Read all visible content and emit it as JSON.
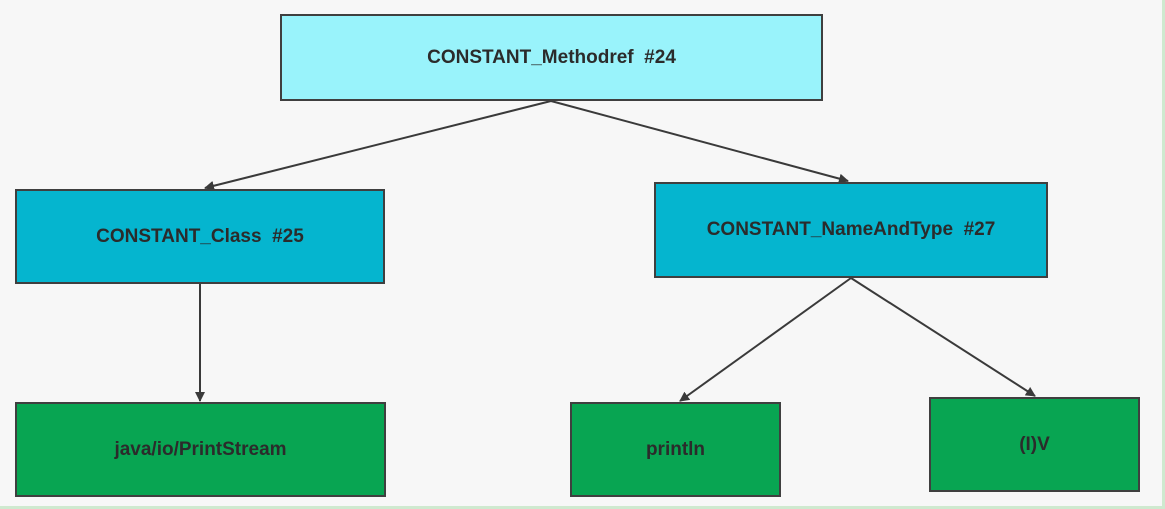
{
  "nodes": {
    "root": {
      "label": "CONSTANT_Methodref  #24"
    },
    "class": {
      "label": "CONSTANT_Class  #25"
    },
    "nat": {
      "label": "CONSTANT_NameAndType  #27"
    },
    "ps": {
      "label": "java/io/PrintStream"
    },
    "pl": {
      "label": "println"
    },
    "iv": {
      "label": "(I)V"
    }
  },
  "edges": [
    {
      "from": "root",
      "to": "class"
    },
    {
      "from": "root",
      "to": "nat"
    },
    {
      "from": "class",
      "to": "ps"
    },
    {
      "from": "nat",
      "to": "pl"
    },
    {
      "from": "nat",
      "to": "iv"
    }
  ],
  "colors": {
    "root": "#99f3fb",
    "mid": "#05b5cf",
    "leaf": "#08a552",
    "edge": "#3a3a3a"
  }
}
